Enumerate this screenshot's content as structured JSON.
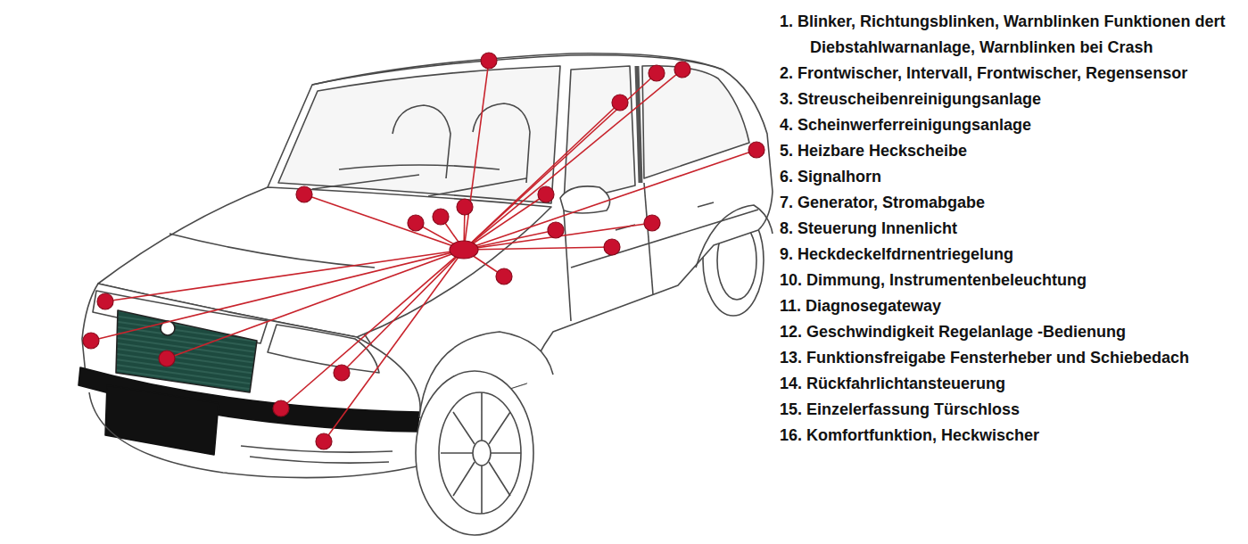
{
  "diagram": {
    "labels": [
      "1. Blinker, Richtungsblinken, Warnblinken Funktionen dert Diebstahlwarnanlage, Warnblinken bei Crash",
      "2. Frontwischer, Intervall, Frontwischer, Regensensor",
      "3. Streuscheibenreinigungsanlage",
      "4. Scheinwerferreinigungsanlage",
      "5. Heizbare Heckscheibe",
      "6. Signalhorn",
      "7. Generator, Stromabgabe",
      "8. Steuerung Innenlicht",
      "9. Heckdeckelfdrnentriegelung",
      "10. Dimmung, Instrumentenbeleuchtung",
      "11. Diagnosegateway",
      "12. Geschwindigkeit Regelanlage -Bedienung",
      "13. Funktionsfreigabe Fensterheber und Schiebedach",
      "14. Rückfahrlichtansteuerung",
      "15. Einzelerfassung Türschloss",
      "16. Komfortfunktion, Heckwischer"
    ]
  }
}
